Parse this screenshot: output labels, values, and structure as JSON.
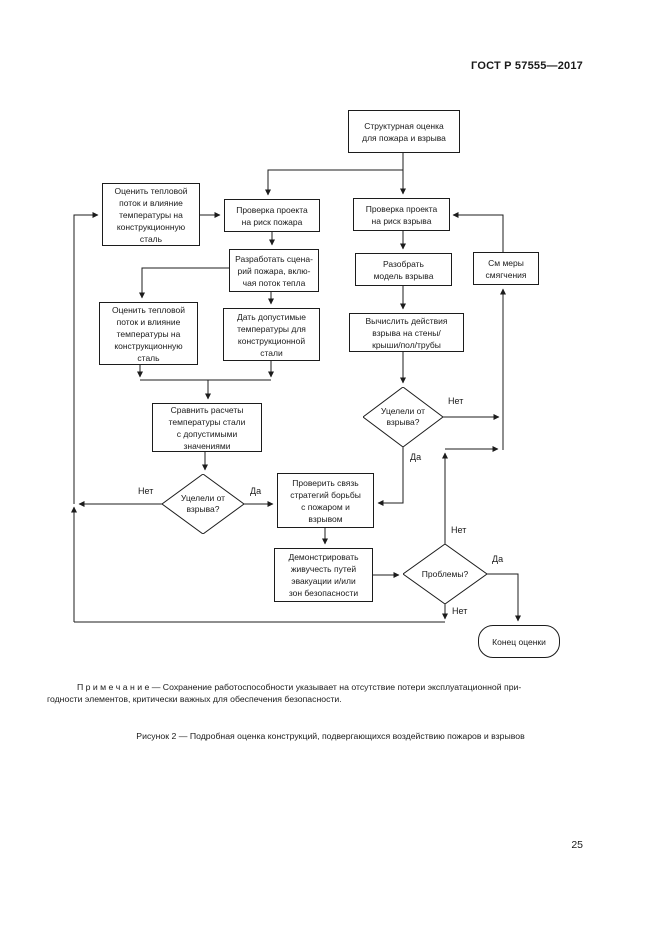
{
  "document": {
    "header": "ГОСТ Р 57555—2017",
    "note": "П р и м е ч а н и е  — Сохранение работоспособности указывает на отсутствие потери эксплуатационной при-\nгодности элементов, критически важных для обеспечения безопасности.",
    "caption": "Рисунок 2 — Подробная оценка конструкций, подвергающихся воздействию пожаров и взрывов",
    "page_number": "25"
  },
  "flowchart": {
    "nodes": {
      "start": {
        "type": "process",
        "label": "Структурная оценка\nдля пожара и взрыва"
      },
      "eval_heat_top": {
        "type": "process",
        "label": "Оценить тепловой\nпоток и влияние\nтемпературы на\nконструкционную\nсталь"
      },
      "check_fire": {
        "type": "process",
        "label": "Проверка проекта\nна риск пожара"
      },
      "check_expl": {
        "type": "process",
        "label": "Проверка проекта\nна риск взрыва"
      },
      "mitigation": {
        "type": "process",
        "label": "См  меры\nсмягчения"
      },
      "fire_scenario": {
        "type": "process",
        "label": "Разработать сцена-\nрий пожара, вклю-\nчая поток тепла"
      },
      "expl_model": {
        "type": "process",
        "label": "Разобрать\nмодель взрыва"
      },
      "eval_heat_mid": {
        "type": "process",
        "label": "Оценить тепловой\nпоток и влияние\nтемпературы на\nконструкционную\nсталь"
      },
      "allow_temp": {
        "type": "process",
        "label": "Дать допустимые\nтемпературы для\nконструкционной\nстали"
      },
      "calc_expl": {
        "type": "process",
        "label": "Вычислить действия\nвзрыва на стены/\nкрыши/пол/трубы"
      },
      "compare": {
        "type": "process",
        "label": "Сравнить расчеты\nтемпературы стали\nс допустимыми\nзначениями"
      },
      "survived_right": {
        "type": "decision",
        "label": "Уцелели от\nвзрыва?"
      },
      "survived_left": {
        "type": "decision",
        "label": "Уцелели от\nвзрыва?"
      },
      "check_link": {
        "type": "process",
        "label": "Проверить связь\nстратегий борьбы\nс пожаром и\nвзрывом"
      },
      "demonstrate": {
        "type": "process",
        "label": "Демонстрировать\nживучесть путей\nэвакуации и/или\nзон безопасности"
      },
      "problems": {
        "type": "decision",
        "label": "Проблемы?"
      },
      "end": {
        "type": "terminal",
        "label": "Конец оценки"
      }
    },
    "labels": {
      "yes": "Да",
      "no": "Нет"
    }
  }
}
